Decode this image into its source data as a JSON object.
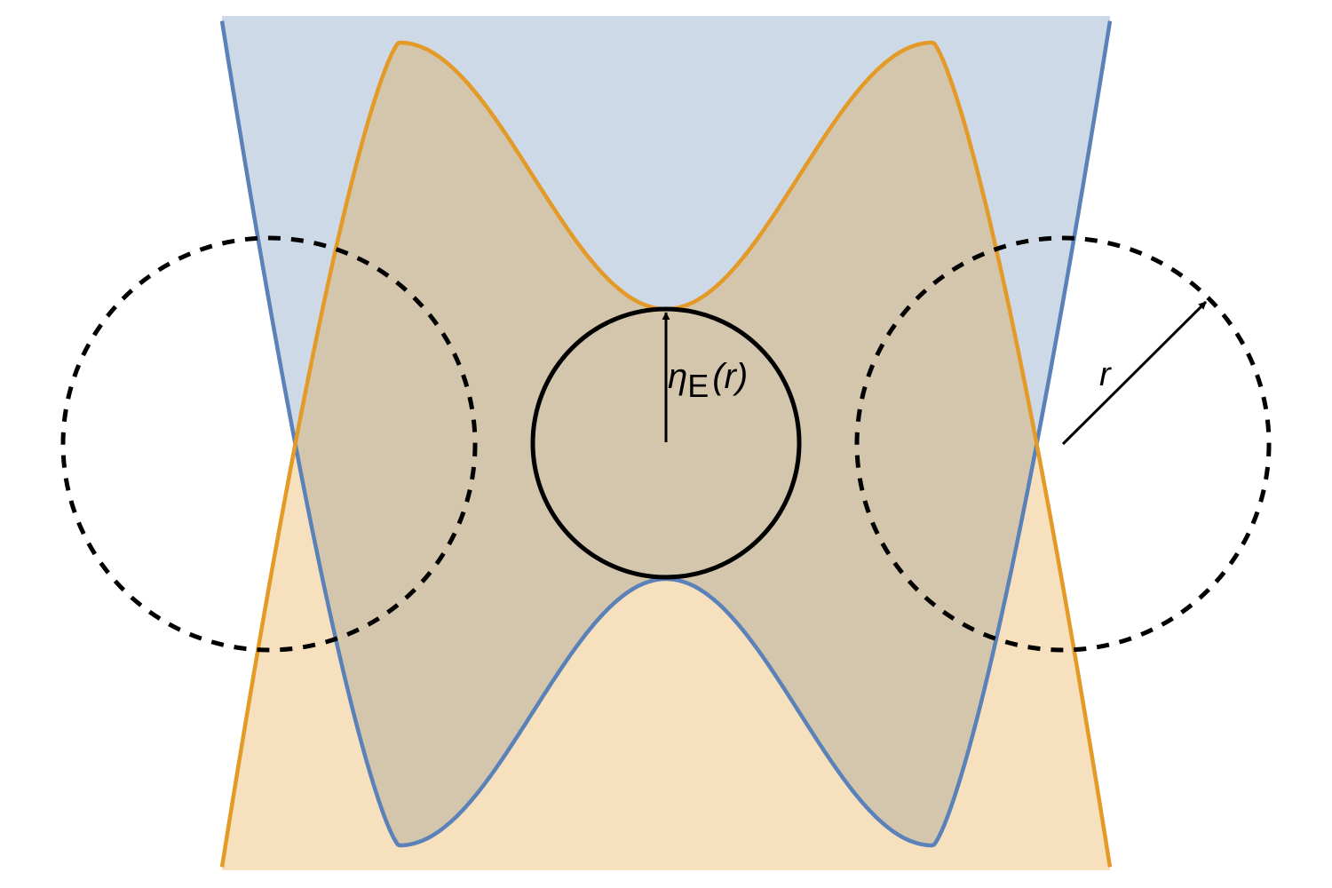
{
  "labels": {
    "eta_symbol": "η",
    "eta_subscript": "E",
    "eta_argument": "(r)",
    "radius_label": "r"
  },
  "colors": {
    "blue_region": "#cdd9e6",
    "blue_curve": "#5b81b9",
    "orange_region": "#f6e0bd",
    "orange_curve": "#e39a26",
    "overlap_region": "#d4c6ad",
    "outline": "#000000"
  }
}
